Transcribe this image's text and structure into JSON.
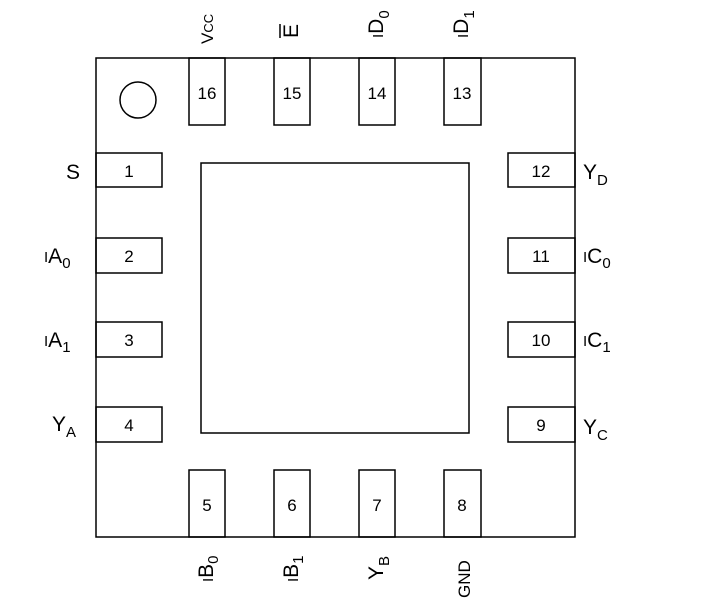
{
  "package": {
    "outline_color": "#000000",
    "background_color": "#ffffff",
    "pin1_marker": "circle",
    "exposed_pad": true
  },
  "pins": [
    {
      "number": "1",
      "label": "S"
    },
    {
      "number": "2",
      "prefix": "I",
      "label": "A",
      "sub": "0"
    },
    {
      "number": "3",
      "prefix": "I",
      "label": "A",
      "sub": "1"
    },
    {
      "number": "4",
      "label": "Y",
      "sub": "A"
    },
    {
      "number": "5",
      "prefix": "I",
      "label": "B",
      "sub": "0"
    },
    {
      "number": "6",
      "prefix": "I",
      "label": "B",
      "sub": "1"
    },
    {
      "number": "7",
      "label": "Y",
      "sub": "B"
    },
    {
      "number": "8",
      "label": "GND"
    },
    {
      "number": "9",
      "label": "Y",
      "sub": "C"
    },
    {
      "number": "10",
      "prefix": "I",
      "label": "C",
      "sub": "1"
    },
    {
      "number": "11",
      "prefix": "I",
      "label": "C",
      "sub": "0"
    },
    {
      "number": "12",
      "label": "Y",
      "sub": "D"
    },
    {
      "number": "13",
      "prefix": "I",
      "label": "D",
      "sub": "1"
    },
    {
      "number": "14",
      "prefix": "I",
      "label": "D",
      "sub": "0"
    },
    {
      "number": "15",
      "label": "E",
      "overline": true
    },
    {
      "number": "16",
      "label": "V",
      "sub": "CC"
    }
  ]
}
